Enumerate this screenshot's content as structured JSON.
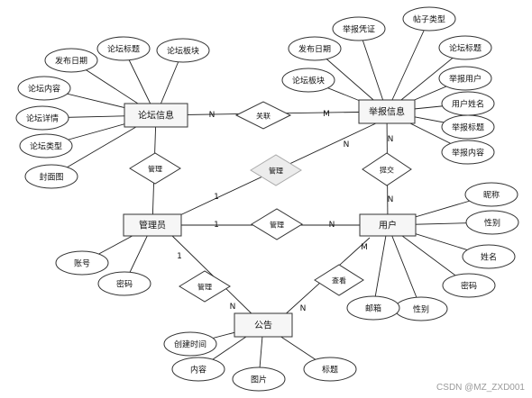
{
  "diagram": {
    "entities": {
      "forum_info": "论坛信息",
      "report_info": "举报信息",
      "admin": "管理员",
      "user": "用户",
      "notice": "公告"
    },
    "forum_attrs": [
      "发布日期",
      "论坛标题",
      "论坛板块",
      "论坛内容",
      "论坛详情",
      "论坛类型",
      "封面图"
    ],
    "report_attrs": [
      "举报凭证",
      "帖子类型",
      "论坛标题",
      "发布日期",
      "论坛板块",
      "举报用户",
      "用户姓名",
      "举报标题",
      "举报内容"
    ],
    "user_attrs": [
      "昵称",
      "性别",
      "姓名",
      "密码",
      "性别",
      "邮箱"
    ],
    "admin_attrs": [
      "账号",
      "密码"
    ],
    "notice_attrs": [
      "创建时间",
      "内容",
      "图片",
      "标题"
    ],
    "relations": {
      "associate": "关联",
      "manage_forum": "管理",
      "manage_report": "管理",
      "manage_user": "管理",
      "manage_notice": "管理",
      "submit": "提交",
      "view": "查看"
    },
    "cardinalities": {
      "forum_assoc": "N",
      "report_assoc": "M",
      "report_manage": "N",
      "admin_report": "1",
      "report_submit": "N",
      "user_submit": "N",
      "admin_user": "1",
      "user_manage": "N",
      "admin_notice": "1",
      "notice_manage": "N",
      "notice_view": "N",
      "user_view": "M"
    }
  },
  "watermark": "CSDN @MZ_ZXD001"
}
